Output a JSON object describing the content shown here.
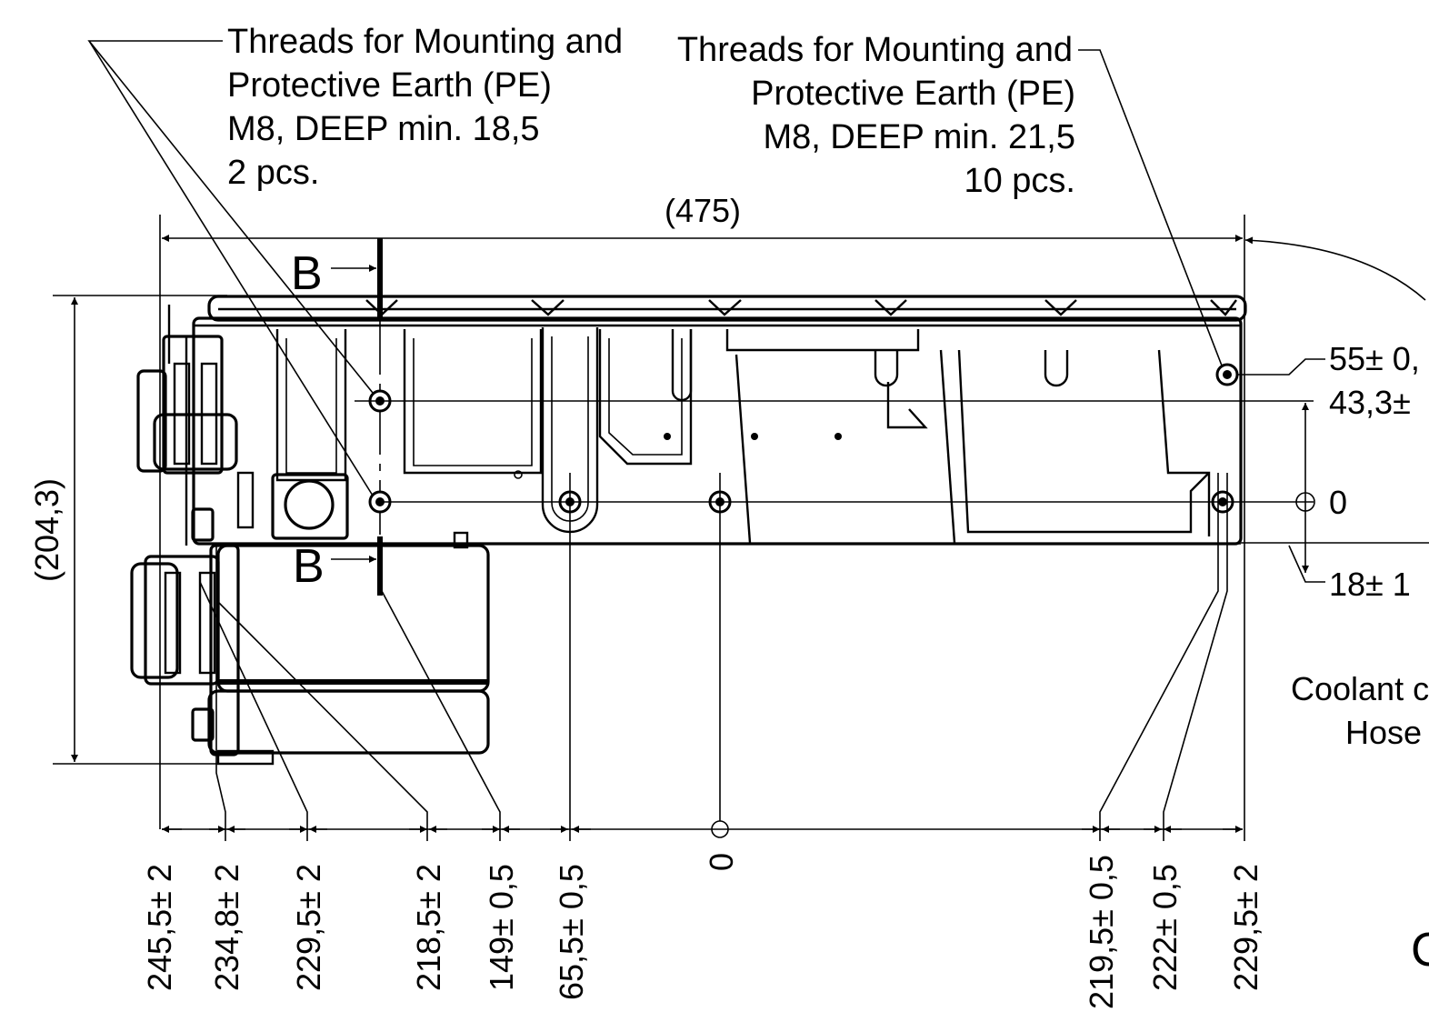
{
  "notes": {
    "left": {
      "line1": "Threads for Mounting and",
      "line2": "Protective Earth (PE)",
      "line3": "M8, DEEP min. 18,5",
      "line4": "2 pcs."
    },
    "right": {
      "line1": "Threads for Mounting and",
      "line2": "Protective Earth (PE)",
      "line3": "M8, DEEP min. 21,5",
      "line4": "10 pcs."
    },
    "coolant": {
      "line1": "Coolant c",
      "line2": "Hose"
    },
    "corner_letter": "C"
  },
  "overall_dims": {
    "length": "(475)",
    "height": "(204,3)"
  },
  "section": {
    "label_top": "B",
    "label_bottom": "B"
  },
  "vertical_dims": {
    "d55": "55± 0,",
    "d43": "43,3±",
    "d0": "0",
    "d18": "18± 1"
  },
  "bottom_dims": [
    "245,5± 2",
    "234,8± 2",
    "229,5± 2",
    "218,5± 2",
    "149± 0,5",
    "65,5± 0,5",
    "0",
    "219,5± 0,5",
    "222± 0,5",
    "229,5± 2"
  ]
}
